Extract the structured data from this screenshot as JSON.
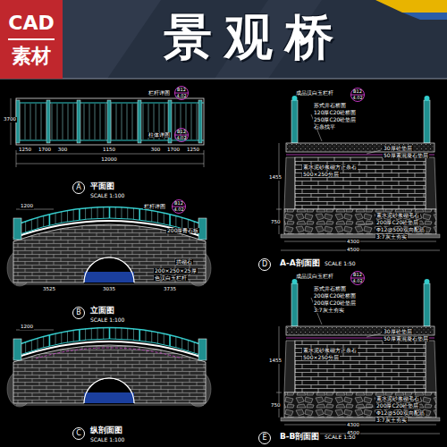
{
  "diagram": {
    "title": "景观桥",
    "nodes": [
      {
        "text": [
          "CAD",
          "素材"
        ]
      },
      {
        "text": [
          "A"
        ]
      },
      {
        "text": [
          "B"
        ]
      },
      {
        "text": [
          "C"
        ]
      },
      {
        "text": [
          "D"
        ]
      },
      {
        "text": [
          "E"
        ]
      }
    ],
    "labels": [
      "B12",
      "4.02",
      "栏杆详图",
      "柱体详图",
      "B12",
      "4.02",
      "3700",
      "1250",
      "1700",
      "300",
      "1150",
      "300",
      "1700",
      "1250",
      "12000",
      "平面图",
      "SCALE 1:100",
      "1200",
      "栏杆详图",
      "B12",
      "4.02",
      "200厚青石板",
      "拱砌石",
      "200×250×25厚",
      "色汉白玉栏杆",
      "3525",
      "3035",
      "3735",
      "立面图",
      "SCALE 1:100",
      "1200",
      "纵剖面图",
      "SCALE 1:100",
      "成品汉白玉栏杆",
      "B12",
      "4.02",
      "苏式井石桥面",
      "120厚C20砼桥面",
      "250厚C20砼垫层",
      "石条找平",
      "素水泥砂浆砌方正条石",
      "500×250分层",
      "30厚砼垫层",
      "50厚素混凝石垫层",
      "1455",
      "750",
      "素水泥砂浆砌毛石",
      "200厚C20砼垫层",
      "Φ12@500双向配筋",
      "3:7灰土夯实",
      "4300",
      "4500",
      "A-A剖面图",
      "SCALE 1:50",
      "成品汉白玉栏杆",
      "B12",
      "4.02",
      "苏式井石桥面",
      "200厚C20砼桥面",
      "200厚C20砼垫层",
      "3:7灰土夯实",
      "素水泥砂浆砌方正条石",
      "500×250分层",
      "30厚砼垫层",
      "50厚素混凝石垫层",
      "1455",
      "750",
      "素水泥砂浆砌毛石",
      "200厚C20砼垫层",
      "Φ12@500双向配筋",
      "3:7灰土夯实",
      "4300",
      "4500",
      "B-B剖面图",
      "SCALE 1:50"
    ]
  }
}
